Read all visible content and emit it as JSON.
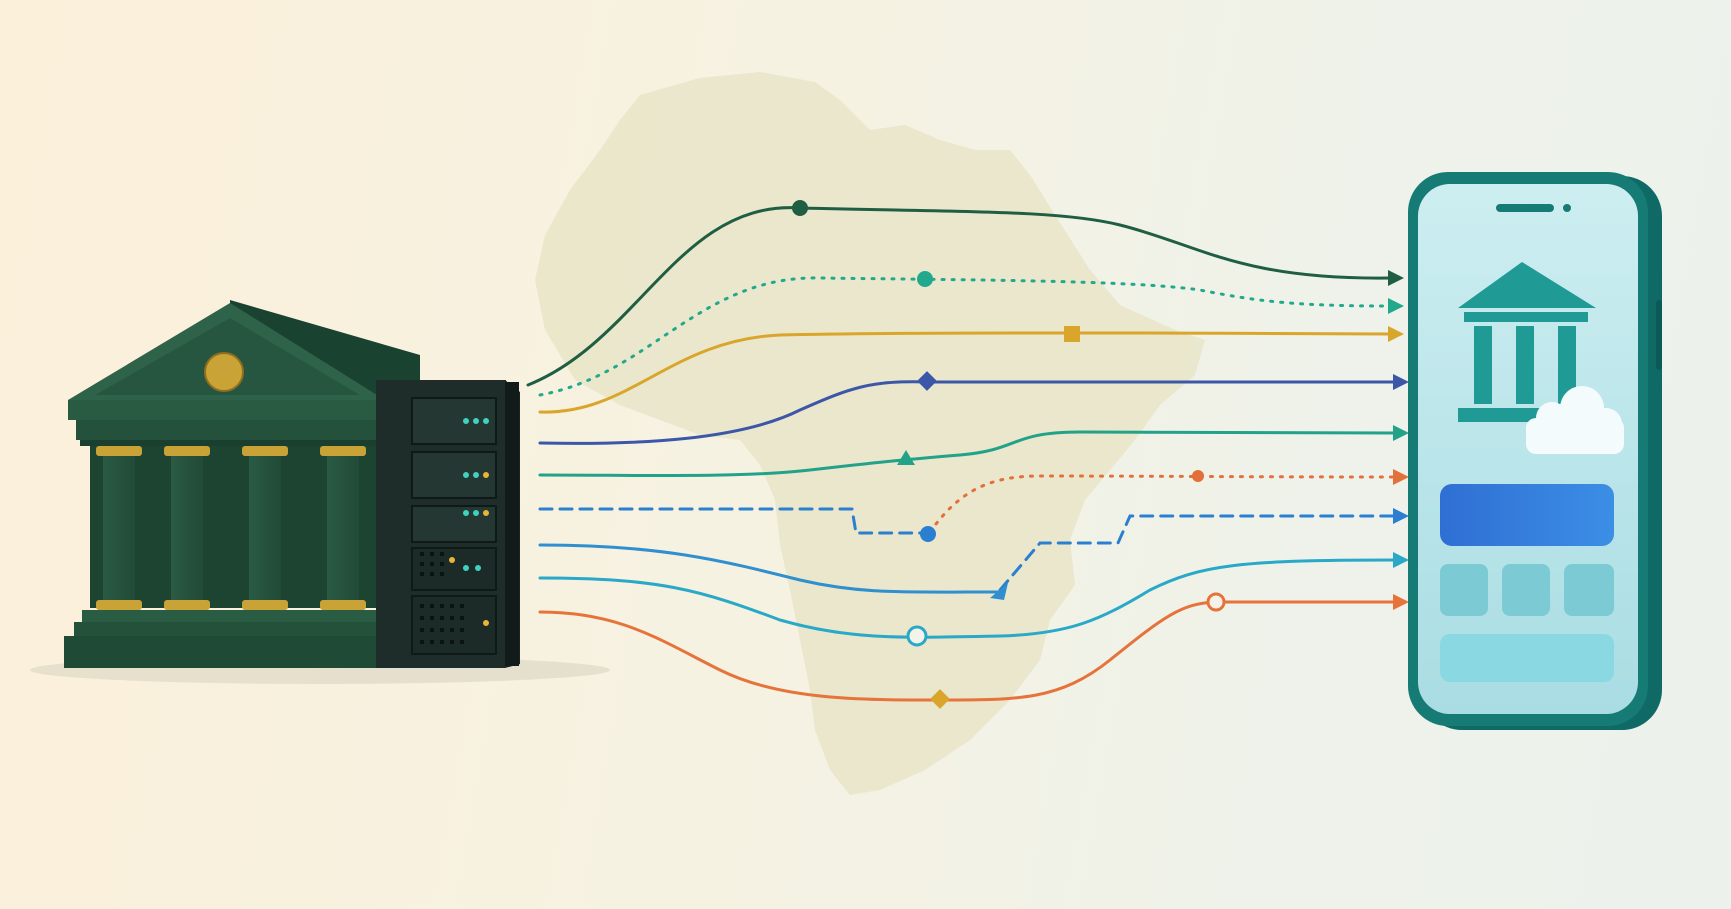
{
  "colors": {
    "background_left": "#fbf0da",
    "background_right": "#ecf1ec",
    "continent": "#e7e3c4",
    "bank_dark": "#1f4a36",
    "bank_mid": "#2c5e45",
    "bank_light": "#3f7a5a",
    "gold": "#c9a336",
    "server_body": "#1c2a28",
    "server_led_teal": "#3fd2c0",
    "server_led_amber": "#e7b636",
    "phone_frame": "#167a75",
    "phone_screen": "#bfe6ea",
    "phone_icon": "#1f9a95",
    "phone_button_primary": "#2b77d8",
    "phone_tile": "#7ccad3",
    "cloud": "#f4fbfd"
  },
  "icons": {
    "bank_building": "bank-building-icon",
    "server": "server-rack-icon",
    "continent": "africa-continent-map",
    "phone": "smartphone-icon",
    "phone_bank": "bank-icon",
    "phone_cloud": "cloud-icon"
  },
  "connections": [
    {
      "id": "flow-1",
      "color": "#1f5e43",
      "style": "solid",
      "marker": "dot"
    },
    {
      "id": "flow-2",
      "color": "#22a98d",
      "style": "dotted",
      "marker": "dot"
    },
    {
      "id": "flow-3",
      "color": "#d9a62b",
      "style": "solid",
      "marker": "square"
    },
    {
      "id": "flow-4",
      "color": "#3c57a8",
      "style": "solid",
      "marker": "diamond"
    },
    {
      "id": "flow-5",
      "color": "#23a28a",
      "style": "solid",
      "marker": "triangle"
    },
    {
      "id": "flow-6",
      "color": "#e2703a",
      "style": "dotted",
      "marker": "dot"
    },
    {
      "id": "flow-7",
      "color": "#2b7fd0",
      "style": "dashed",
      "marker": "dot"
    },
    {
      "id": "flow-8",
      "color": "#2f8fcf",
      "style": "solid",
      "marker": "arrowhead"
    },
    {
      "id": "flow-9",
      "color": "#2aa8c8",
      "style": "solid",
      "marker": "ring"
    },
    {
      "id": "flow-10",
      "color": "#e6733a",
      "style": "solid",
      "marker": "ring"
    },
    {
      "id": "flow-11",
      "color": "#d9a62b",
      "style": "solid",
      "marker": "diamond"
    }
  ]
}
